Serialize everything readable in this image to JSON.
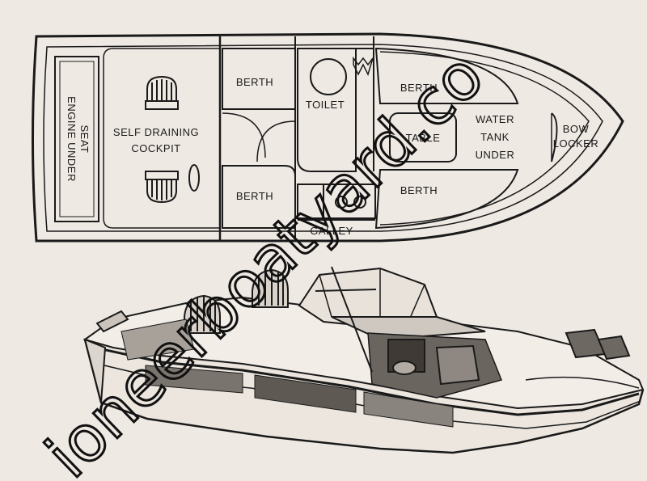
{
  "labels": {
    "engine_seat_line1": "SEAT",
    "engine_seat_line2": "ENGINE UNDER",
    "cockpit_line1": "SELF DRAINING",
    "cockpit_line2": "COCKPIT",
    "berth_aft_top": "BERTH",
    "berth_aft_bottom": "BERTH",
    "toilet": "TOILET",
    "berth_fwd_top": "BERTH",
    "berth_fwd_bottom": "BERTH",
    "table": "TABLE",
    "water_tank_line1": "WATER",
    "water_tank_line2": "TANK",
    "water_tank_line3": "UNDER",
    "bow_locker_line1": "BOW",
    "bow_locker_line2": "LOCKER",
    "galley": "GALLEY"
  },
  "watermark": "ioneerboatyard.co",
  "colors": {
    "paper": "#efe9e3",
    "ink": "#1a1a1a",
    "fill_light": "#e6e0da"
  }
}
